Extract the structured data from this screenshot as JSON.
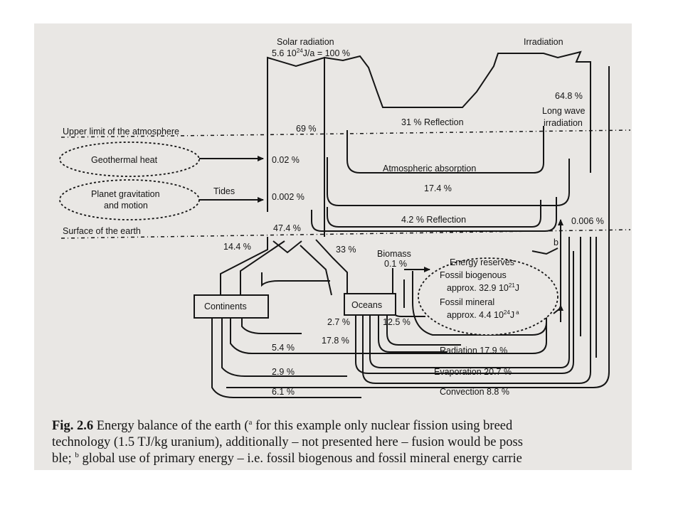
{
  "diagram": {
    "labels": {
      "solar_radiation_1": "Solar radiation",
      "solar_radiation_2": "5.6 10",
      "solar_radiation_exp": "24",
      "solar_radiation_3": "J/a = 100 %",
      "irradiation": "Irradiation",
      "long_wave_pct": "64.8 %",
      "long_wave_1": "Long wave",
      "long_wave_2": "irradiation",
      "reflection_31": "31 % Reflection",
      "pct_69": "69 %",
      "upper_limit": "Upper limit of the atmosphere",
      "geothermal": "Geothermal heat",
      "geothermal_pct": "0.02 %",
      "atmospheric_absorption": "Atmospheric absorption",
      "planet_grav_1": "Planet gravitation",
      "planet_grav_2": "and motion",
      "tides": "Tides",
      "tides_pct": "0.002 %",
      "pct_17_4": "17.4 %",
      "reflection_4_2": "4.2 % Reflection",
      "surface": "Surface of the earth",
      "pct_47_4": "47.4 %",
      "pct_0_006": "0.006 %",
      "footnote_b": "b",
      "pct_14_4": "14.4 %",
      "pct_33": "33 %",
      "biomass": "Biomass",
      "biomass_pct": "0.1 %",
      "energy_reserves": "Energy reserves",
      "fossil_bio_1": "Fossil biogenous",
      "fossil_bio_2": "approx. 32.9 10",
      "fossil_bio_exp": "21",
      "fossil_bio_unit": "J",
      "fossil_min_1": "Fossil mineral",
      "fossil_min_2": "approx. 4.4 10",
      "fossil_min_exp": "24",
      "fossil_min_unit": "J",
      "fossil_min_note": "a",
      "continents": "Continents",
      "oceans": "Oceans",
      "pct_2_7": "2.7 %",
      "pct_12_5": "12.5 %",
      "pct_17_8": "17.8 %",
      "pct_5_4": "5.4 %",
      "radiation": "Radiation 17.9 %",
      "pct_2_9": "2.9 %",
      "evaporation": "Evaporation 20.7 %",
      "pct_6_1": "6.1 %",
      "convection": "Convection 8.8 %"
    }
  },
  "caption": {
    "fig_label": "Fig. 2.6",
    "line1_a": " Energy balance of the earth (",
    "line1_sup": "a",
    "line1_b": " for this example only nuclear fission using breed",
    "line2": "technology (1.5 TJ/kg uranium), additionally – not presented here – fusion would be poss",
    "line3_a": "ble; ",
    "line3_sup": "b",
    "line3_b": " global use of primary energy – i.e. fossil biogenous and fossil mineral energy carrie"
  }
}
